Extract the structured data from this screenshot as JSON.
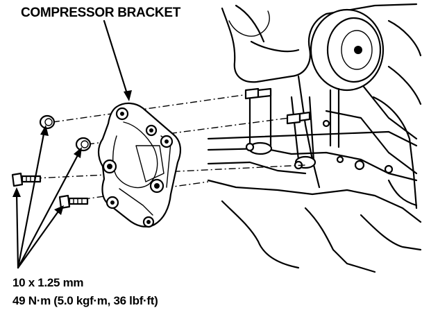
{
  "diagram": {
    "title": "COMPRESSOR BRACKET",
    "fastener_spec": {
      "size": "10 x 1.25 mm",
      "torque": "49 N·m (5.0 kgf·m, 36 lbf·ft)"
    },
    "colors": {
      "ink": "#000000",
      "paper": "#ffffff"
    }
  }
}
